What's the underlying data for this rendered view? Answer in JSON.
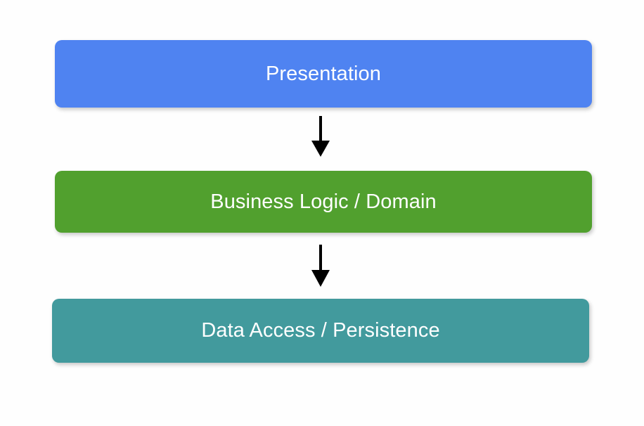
{
  "diagram": {
    "type": "layered-architecture-flow",
    "background_color": "#fefefe",
    "orientation": "top-to-bottom",
    "layers": [
      {
        "id": "presentation",
        "label": "Presentation",
        "fill_color": "#4f83f1",
        "text_color": "#ffffff"
      },
      {
        "id": "business-logic",
        "label": "Business Logic / Domain",
        "fill_color": "#51a02e",
        "text_color": "#ffffff"
      },
      {
        "id": "data-access",
        "label": "Data Access / Persistence",
        "fill_color": "#429a9d",
        "text_color": "#ffffff"
      }
    ],
    "connectors": [
      {
        "id": "presentation-to-business-logic",
        "from": "presentation",
        "to": "business-logic",
        "style": "solid-arrow",
        "color": "#000000"
      },
      {
        "id": "business-logic-to-data-access",
        "from": "business-logic",
        "to": "data-access",
        "style": "solid-arrow",
        "color": "#000000"
      }
    ]
  }
}
